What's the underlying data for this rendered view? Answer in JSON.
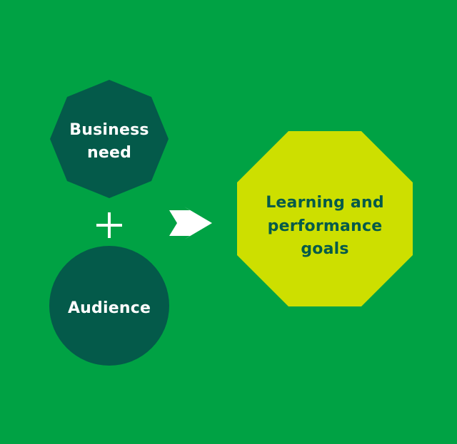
{
  "diagram": {
    "background_color": "#00a244",
    "nodes": {
      "business_need": {
        "line1": "Business",
        "line2": "need",
        "shape": "octagon",
        "fill": "#045a4a",
        "text_color": "#ffffff"
      },
      "audience": {
        "label": "Audience",
        "shape": "circle",
        "fill": "#045a4a",
        "text_color": "#ffffff"
      },
      "goals": {
        "line1": "Learning and",
        "line2": "performance",
        "line3": "goals",
        "shape": "octagon",
        "fill": "#cddf00",
        "text_color": "#045a4a"
      }
    },
    "connectors": {
      "plus": {
        "icon": "plus-icon",
        "color": "#ffffff"
      },
      "arrow": {
        "icon": "arrow-right-icon",
        "color": "#ffffff"
      }
    }
  }
}
